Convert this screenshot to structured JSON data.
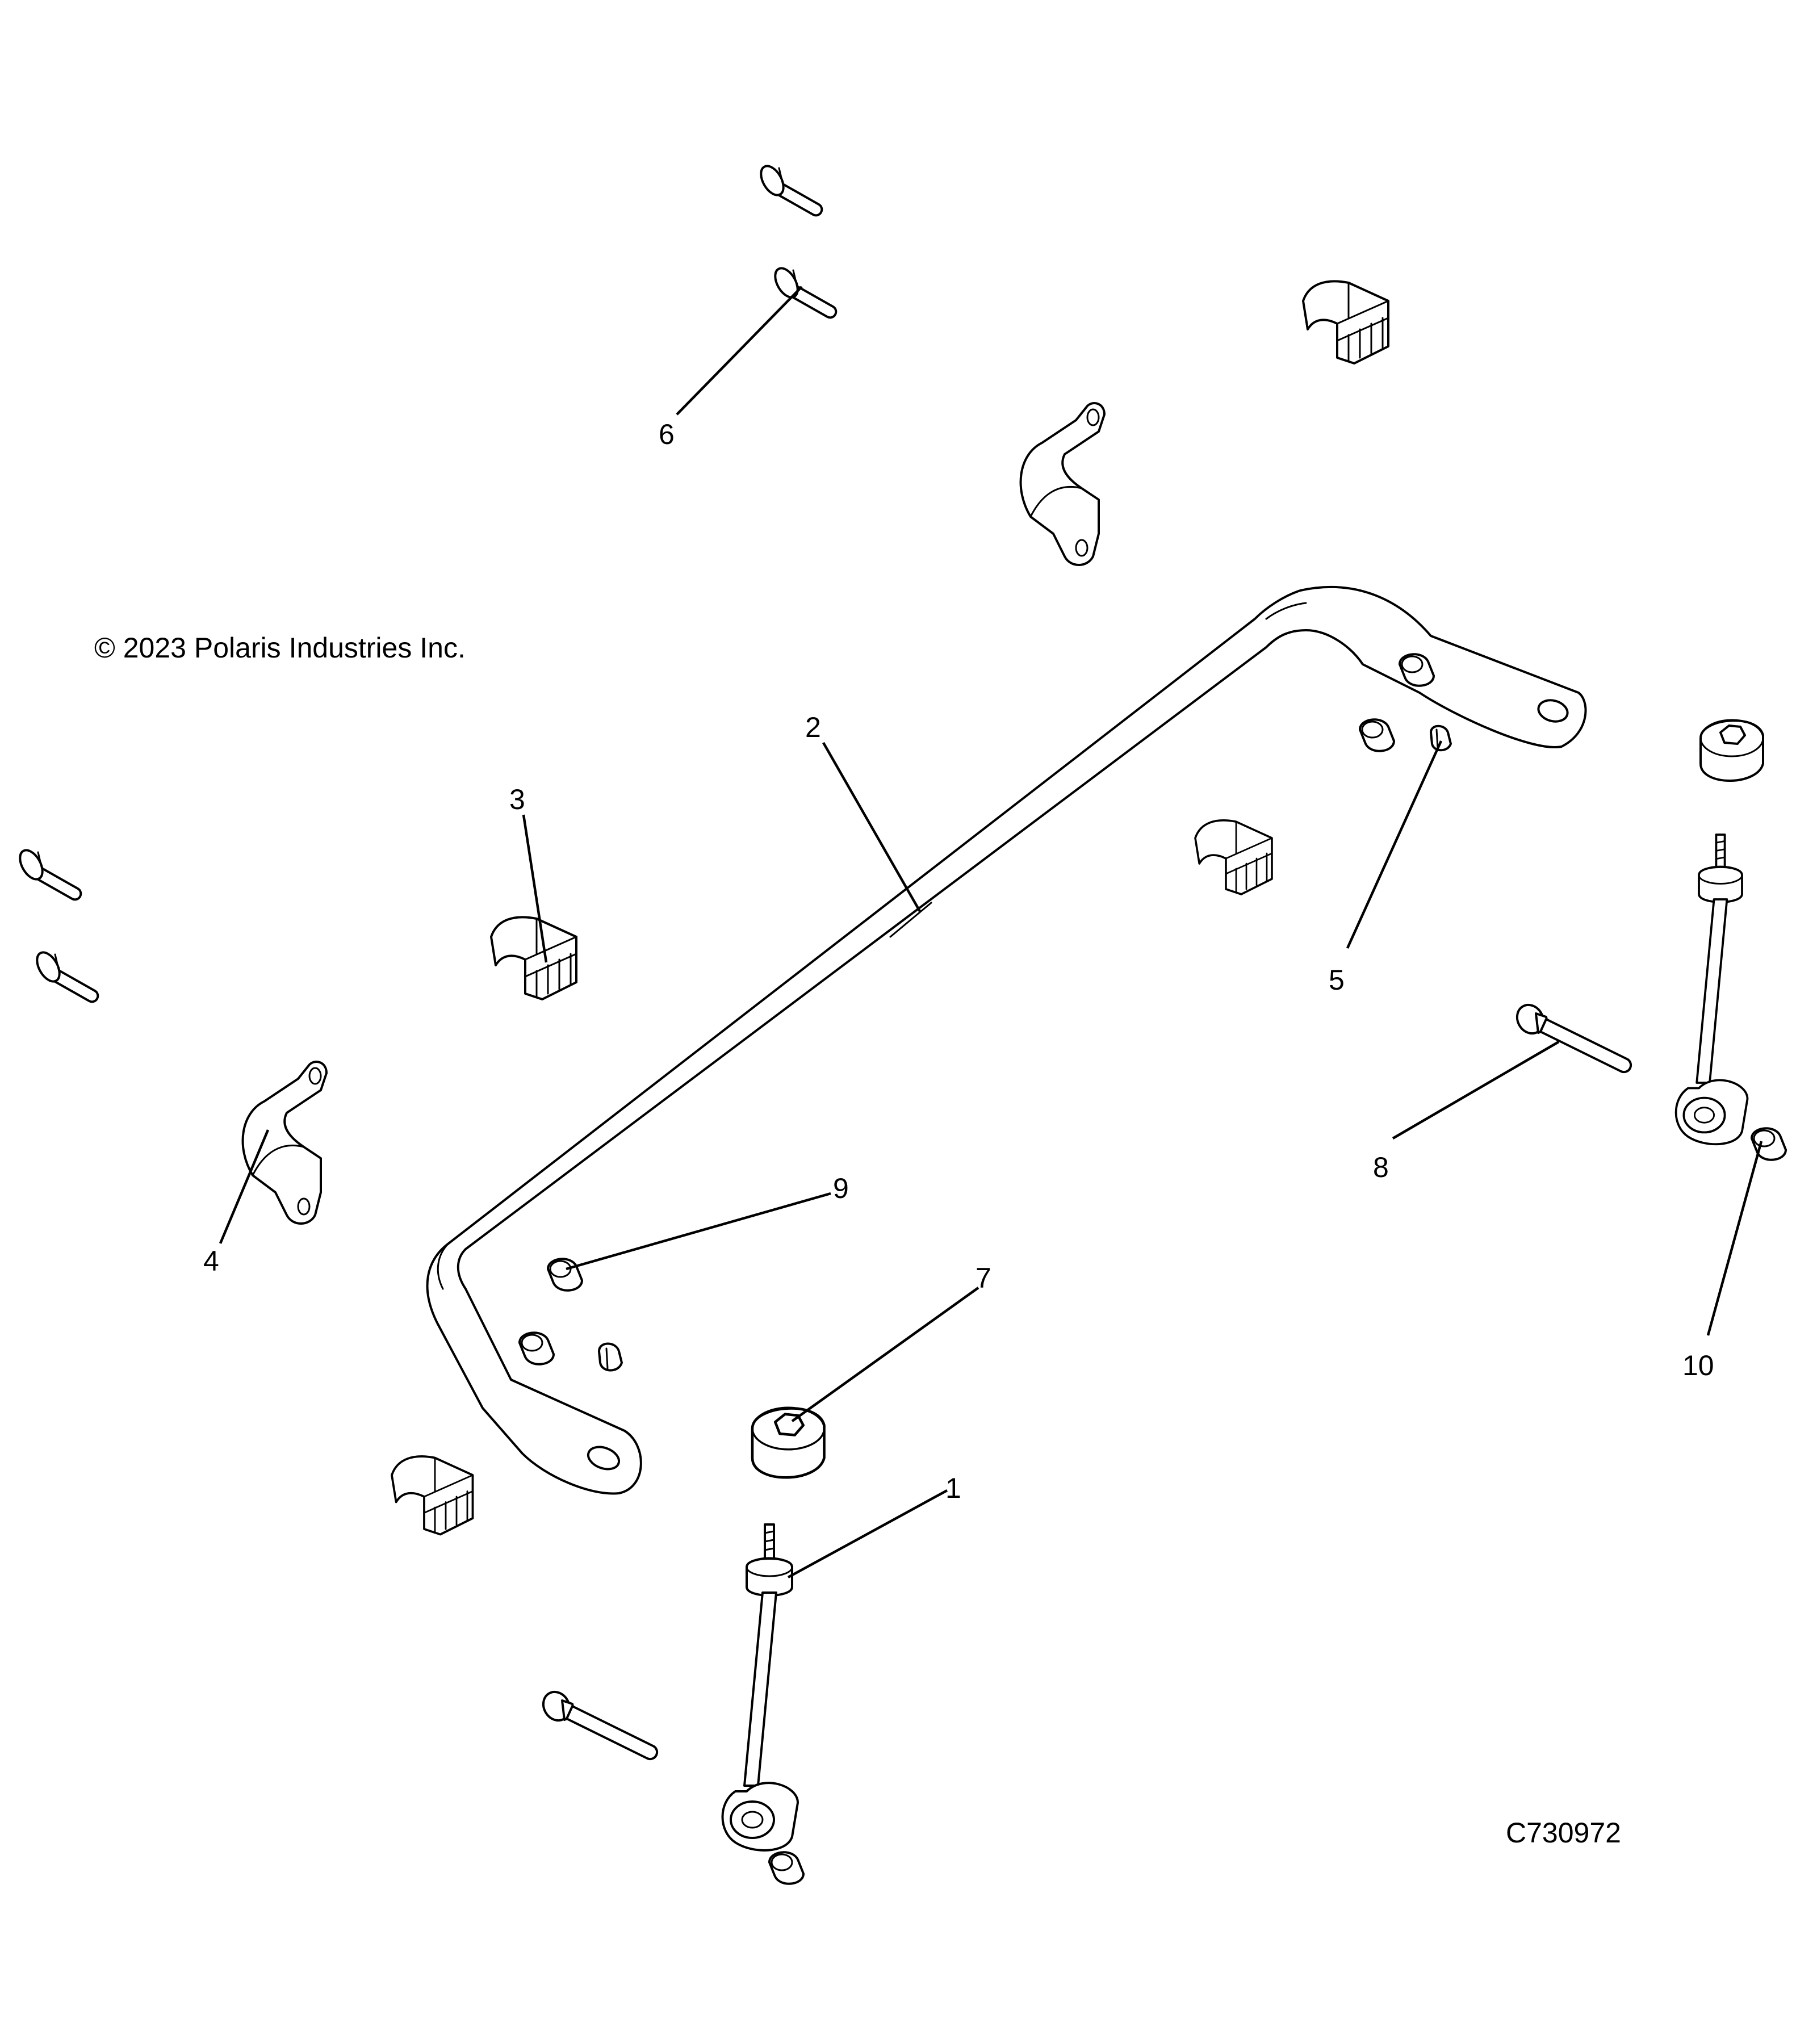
{
  "copyright": "© 2023 Polaris Industries Inc.",
  "drawing_number": "C730972",
  "callouts": {
    "c1": "1",
    "c2": "2",
    "c3": "3",
    "c4": "4",
    "c5": "5",
    "c6": "6",
    "c7": "7",
    "c8": "8",
    "c9": "9",
    "c10": "10"
  },
  "colors": {
    "ink": "#000000",
    "paper": "#ffffff"
  }
}
